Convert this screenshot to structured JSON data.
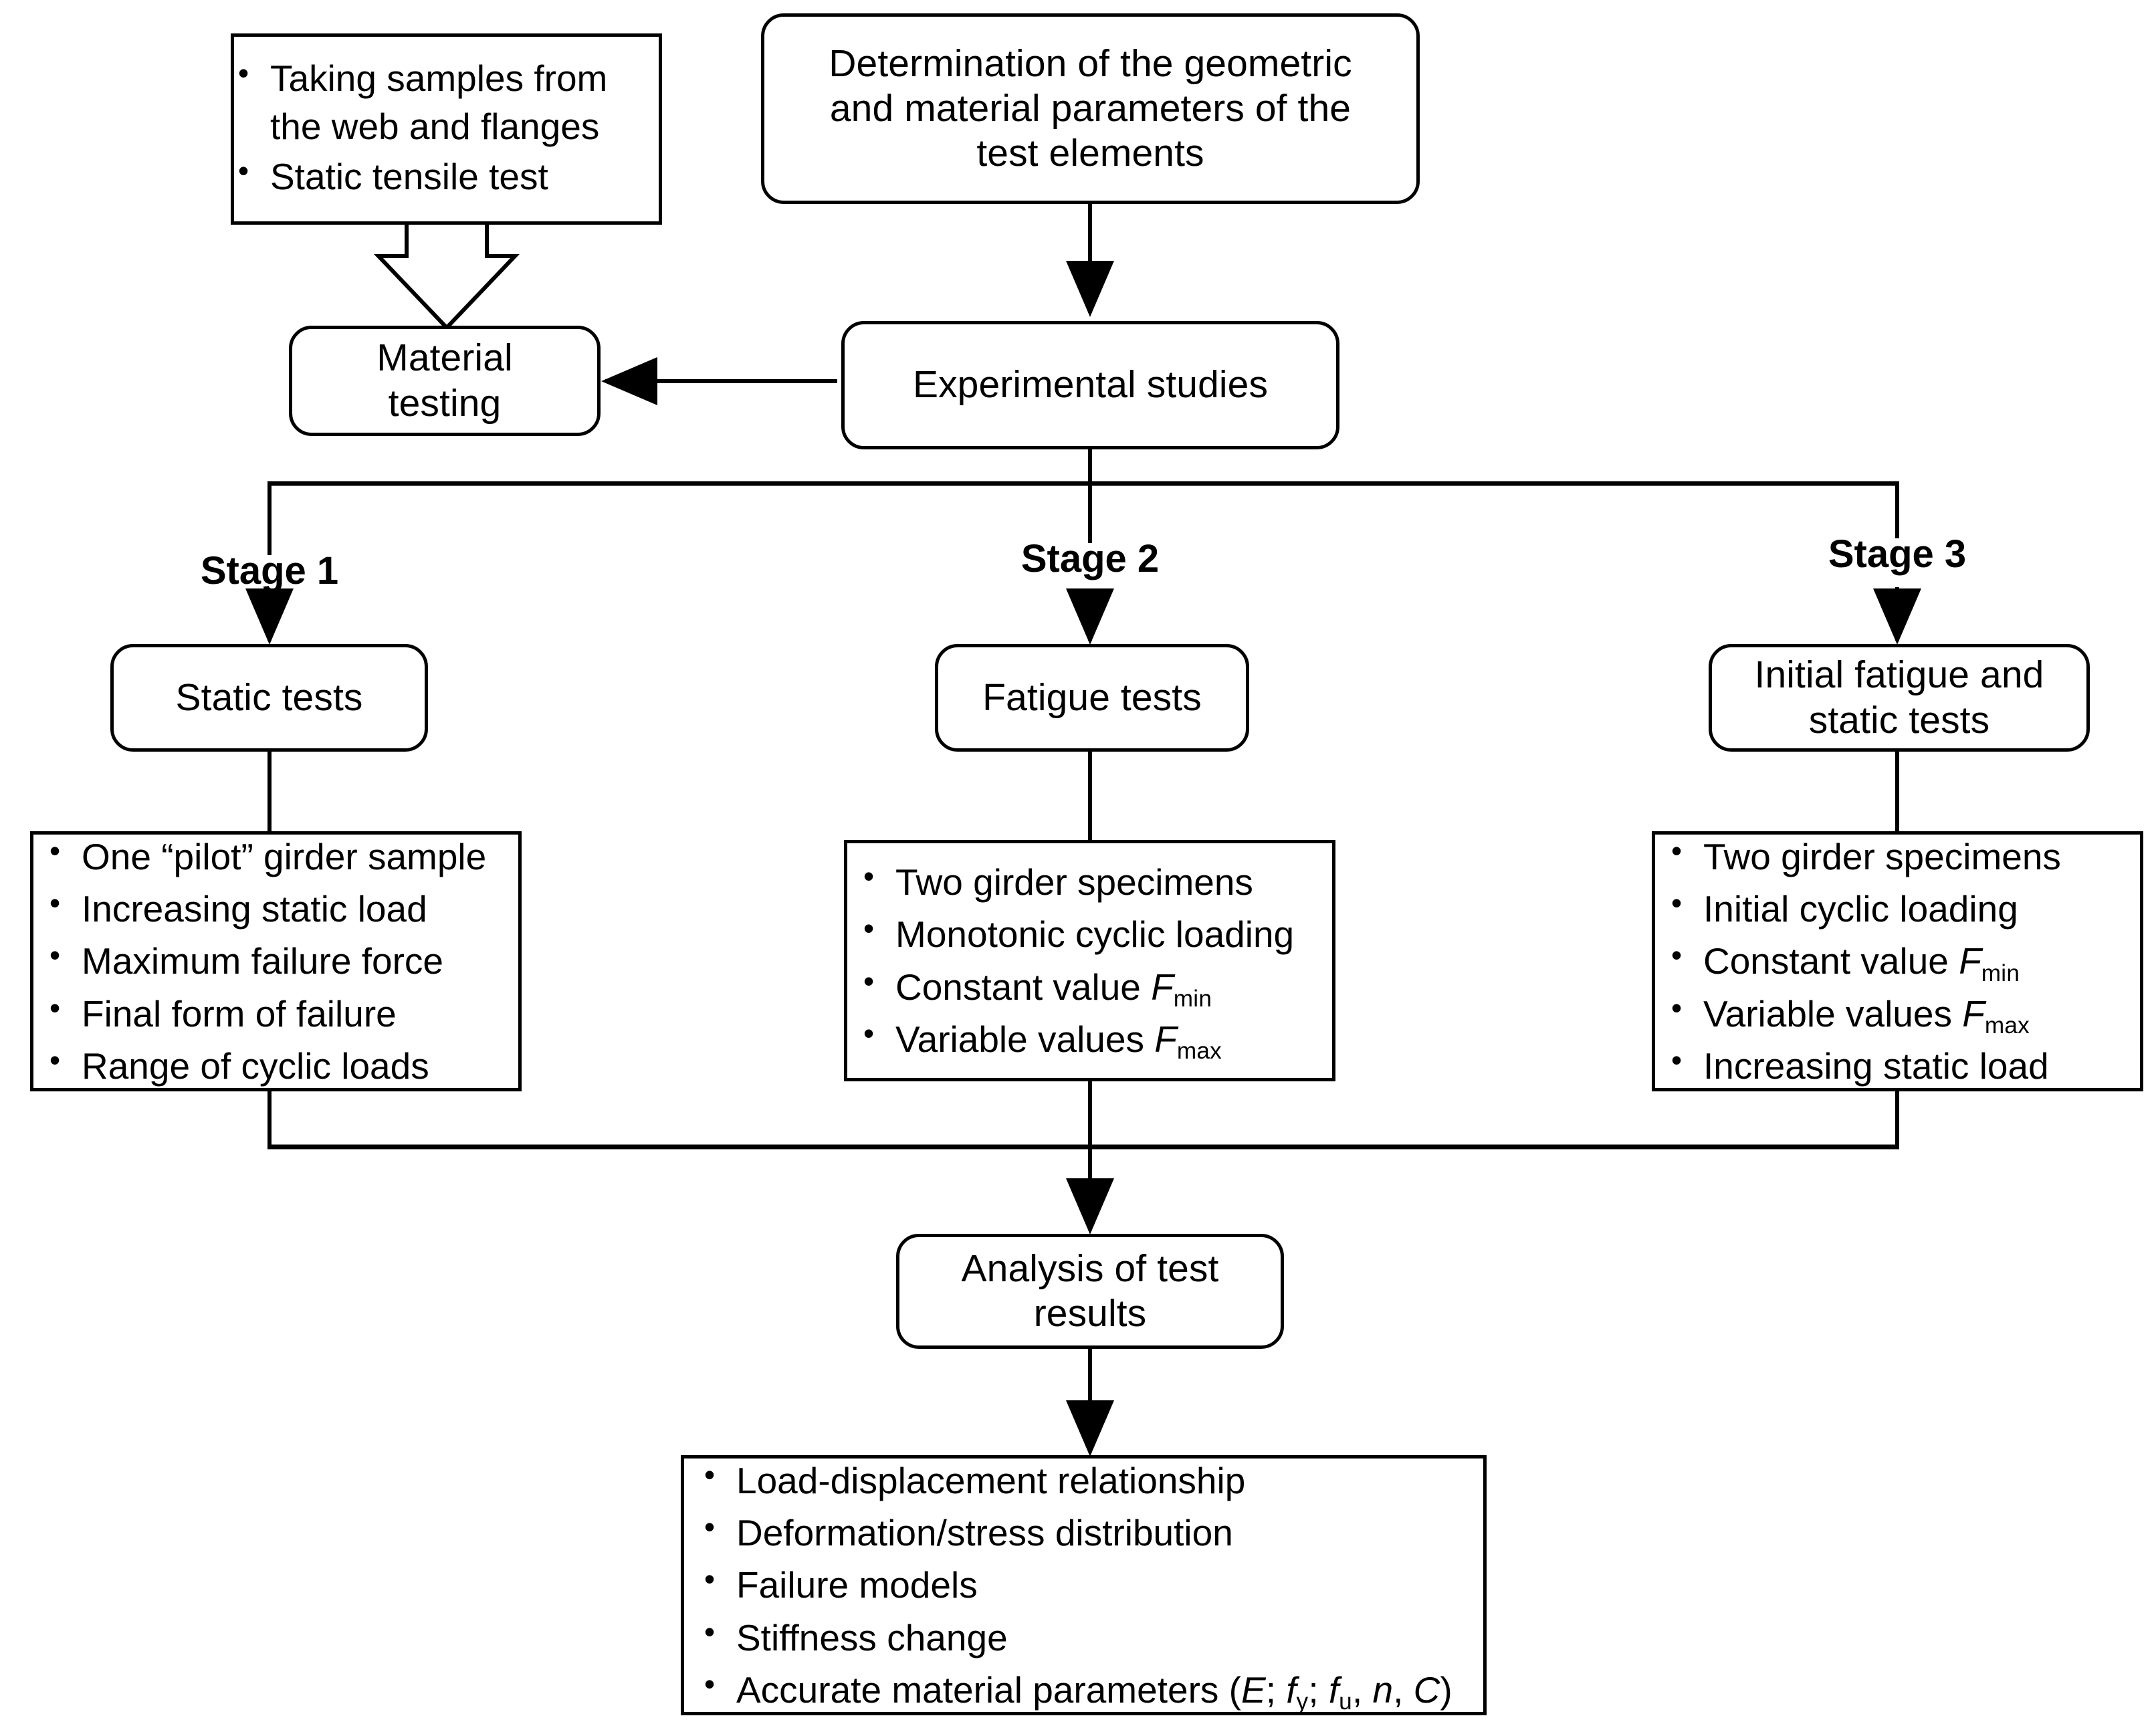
{
  "diagram": {
    "title": "Experimental testing program flowchart",
    "line_color": "#000000",
    "background": "#ffffff"
  },
  "nodes": {
    "determination": {
      "label": "Determination of the geometric\nand material parameters of the\ntest elements",
      "shape": "rounded-rectangle"
    },
    "material_sampling": {
      "shape": "rectangle",
      "bullets": [
        "Taking samples from\nthe web and flanges",
        "Static tensile test"
      ]
    },
    "material_testing": {
      "label": "Material\ntesting",
      "shape": "rounded-rectangle"
    },
    "experimental_studies": {
      "label": "Experimental studies",
      "shape": "rounded-rectangle"
    },
    "static_tests": {
      "label": "Static tests",
      "shape": "rounded-rectangle"
    },
    "fatigue_tests": {
      "label": "Fatigue tests",
      "shape": "rounded-rectangle"
    },
    "initial_fatigue_static_tests": {
      "label": "Initial fatigue and\nstatic tests",
      "shape": "rounded-rectangle"
    },
    "analysis": {
      "label": "Analysis of test\nresults",
      "shape": "rounded-rectangle"
    }
  },
  "stages": [
    {
      "id": "stage-1",
      "label": "Stage 1"
    },
    {
      "id": "stage-2",
      "label": "Stage 2"
    },
    {
      "id": "stage-3",
      "label": "Stage 3"
    }
  ],
  "stage1_details": {
    "bullets": [
      {
        "text": "One “pilot” girder sample"
      },
      {
        "text": "Increasing static load"
      },
      {
        "text": "Maximum failure force"
      },
      {
        "text": "Final form of failure"
      },
      {
        "text": "Range of cyclic loads"
      }
    ]
  },
  "stage2_details": {
    "bullets": [
      {
        "text": "Two girder specimens"
      },
      {
        "text": "Monotonic cyclic loading"
      },
      {
        "text": "Constant value ",
        "var": "F",
        "sub": "min"
      },
      {
        "text": "Variable values ",
        "var": "F",
        "sub": "max"
      }
    ]
  },
  "stage3_details": {
    "bullets": [
      {
        "text": "Two girder specimens"
      },
      {
        "text": "Initial cyclic loading"
      },
      {
        "text": "Constant value ",
        "var": "F",
        "sub": "min"
      },
      {
        "text": "Variable values ",
        "var": "F",
        "sub": "max"
      },
      {
        "text": "Increasing static load"
      }
    ]
  },
  "results_details": {
    "bullets": [
      {
        "text": "Load-displacement relationship"
      },
      {
        "text": "Deformation/stress distribution"
      },
      {
        "text": "Failure models"
      },
      {
        "text": "Stiffness change"
      },
      {
        "text": "Accurate material parameters (",
        "params": [
          {
            "var": "E",
            "sub": "",
            "sep": "; "
          },
          {
            "var": "f",
            "sub": "y",
            "sep": "; "
          },
          {
            "var": "f",
            "sub": "u",
            "sep": ", "
          },
          {
            "var": "n",
            "sub": "",
            "sep": ", "
          },
          {
            "var": "C",
            "sub": "",
            "sep": ""
          }
        ],
        "close": ")"
      }
    ]
  }
}
